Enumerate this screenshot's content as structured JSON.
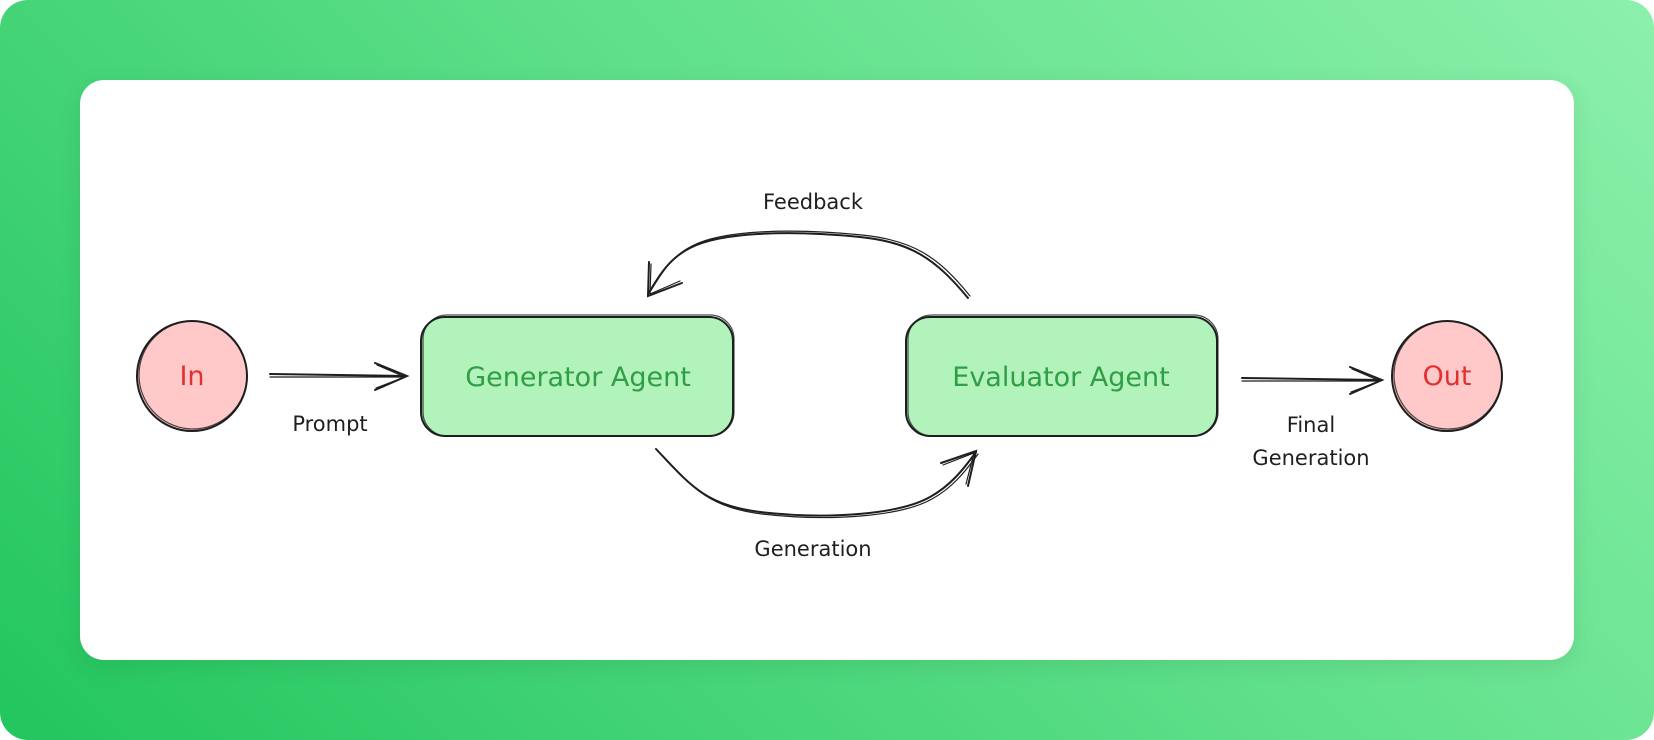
{
  "colors": {
    "background_start": "#22c55e",
    "background_end": "#8cf0ab",
    "agent_fill": "#b2f2bb",
    "agent_text": "#2f9e44",
    "terminal_fill": "#ffc9c9",
    "terminal_text": "#e03131",
    "stroke": "#1e1e1e",
    "label_text": "#1f1f1f"
  },
  "nodes": {
    "input": {
      "label": "In"
    },
    "generator": {
      "label": "Generator Agent"
    },
    "evaluator": {
      "label": "Evaluator Agent"
    },
    "output": {
      "label": "Out"
    }
  },
  "edges": {
    "prompt": {
      "label": "Prompt"
    },
    "generation": {
      "label": "Generation"
    },
    "feedback": {
      "label": "Feedback"
    },
    "final_generation": {
      "label_line1": "Final",
      "label_line2": "Generation"
    }
  }
}
